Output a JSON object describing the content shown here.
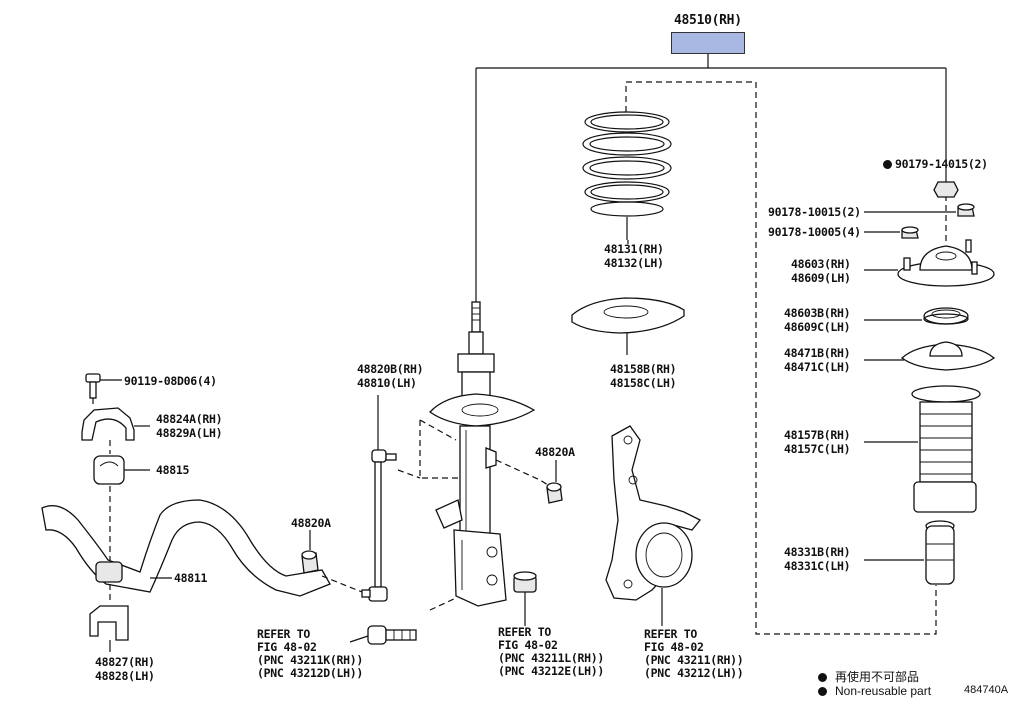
{
  "assembly": {
    "label": "48510(RH)"
  },
  "parts": {
    "nut_90179": {
      "label": "90179-14015(2)"
    },
    "nut_90178_15": {
      "label": "90178-10015(2)"
    },
    "nut_90178_05": {
      "label": "90178-10005(4)"
    },
    "spring_48131": {
      "line1": "48131(RH)",
      "line2": "48132(LH)"
    },
    "support_48603": {
      "line1": "48603(RH)",
      "line2": "48609(LH)"
    },
    "bearing_48603B": {
      "line1": "48603B(RH)",
      "line2": "48609C(LH)"
    },
    "seat_48471": {
      "line1": "48471B(RH)",
      "line2": "48471C(LH)"
    },
    "insulator_48158": {
      "line1": "48158B(RH)",
      "line2": "48158C(LH)"
    },
    "boot_48157": {
      "line1": "48157B(RH)",
      "line2": "48157C(LH)"
    },
    "bumper_48331": {
      "line1": "48331B(RH)",
      "line2": "48331C(LH)"
    },
    "link_48820B": {
      "line1": "48820B(RH)",
      "line2": "48810(LH)"
    },
    "nut_48820A_right": {
      "label": "48820A"
    },
    "nut_48820A_left": {
      "label": "48820A"
    },
    "bolt_90119": {
      "label": "90119-08D06(4)"
    },
    "bracket_48824A": {
      "line1": "48824A(RH)",
      "line2": "48829A(LH)"
    },
    "bushing_48815": {
      "label": "48815"
    },
    "stabilizer_48811": {
      "label": "48811"
    },
    "bracket_48827": {
      "line1": "48827(RH)",
      "line2": "48828(LH)"
    }
  },
  "refs": {
    "ref_bolt": {
      "line1": "REFER TO",
      "line2": "FIG 48-02",
      "line3": "(PNC 43211K(RH))",
      "line4": "(PNC 43212D(LH))"
    },
    "ref_nut": {
      "line1": "REFER TO",
      "line2": "FIG 48-02",
      "line3": "(PNC 43211L(RH))",
      "line4": "(PNC 43212E(LH))"
    },
    "ref_knuckle": {
      "line1": "REFER TO",
      "line2": "FIG 48-02",
      "line3": "(PNC 43211(RH))",
      "line4": "(PNC 43212(LH))"
    }
  },
  "legend": {
    "japanese": "再使用不可部品",
    "english": "Non-reusable part"
  },
  "diagram_id": "484740A",
  "colors": {
    "assembly_box": "#a9b7e3",
    "line": "#111111"
  }
}
